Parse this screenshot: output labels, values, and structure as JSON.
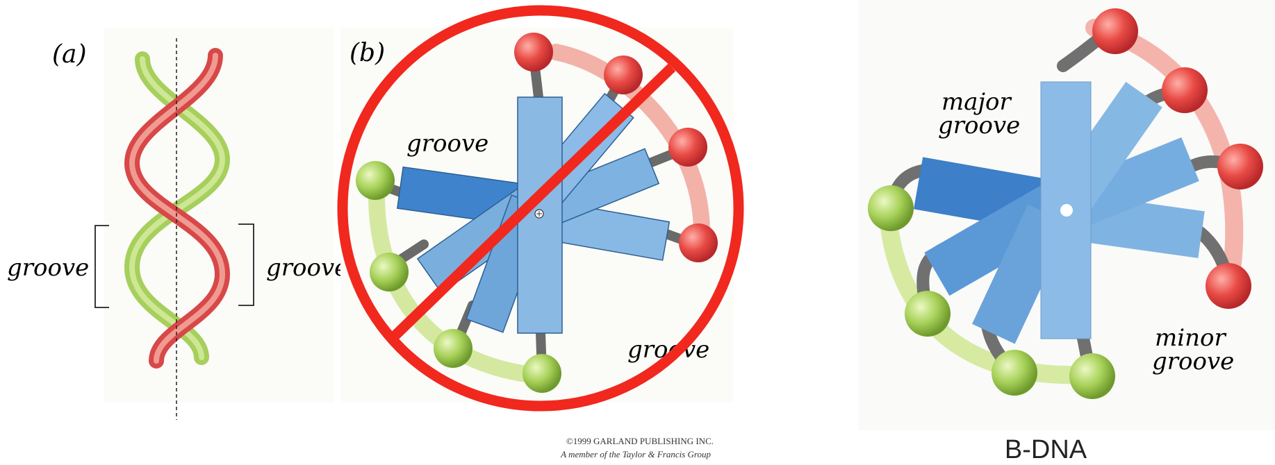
{
  "panel_a": {
    "label": "(a)",
    "groove_left": "groove",
    "groove_right": "groove"
  },
  "panel_b": {
    "label": "(b)",
    "groove_top": "groove",
    "groove_bottom": "groove",
    "copyright_line1": "©1999 GARLAND PUBLISHING INC.",
    "copyright_line2": "A member of the Taylor & Francis Group"
  },
  "panel_c": {
    "major_groove_line1": "major",
    "major_groove_line2": "groove",
    "minor_groove_line1": "minor",
    "minor_groove_line2": "groove",
    "caption": "B-DNA"
  },
  "colors": {
    "red_strand": "#e04848",
    "green_strand": "#9ccc4a",
    "base_light": "#86b6e2",
    "base_dark": "#3d7fc8",
    "prohibition": "#f0281e"
  }
}
